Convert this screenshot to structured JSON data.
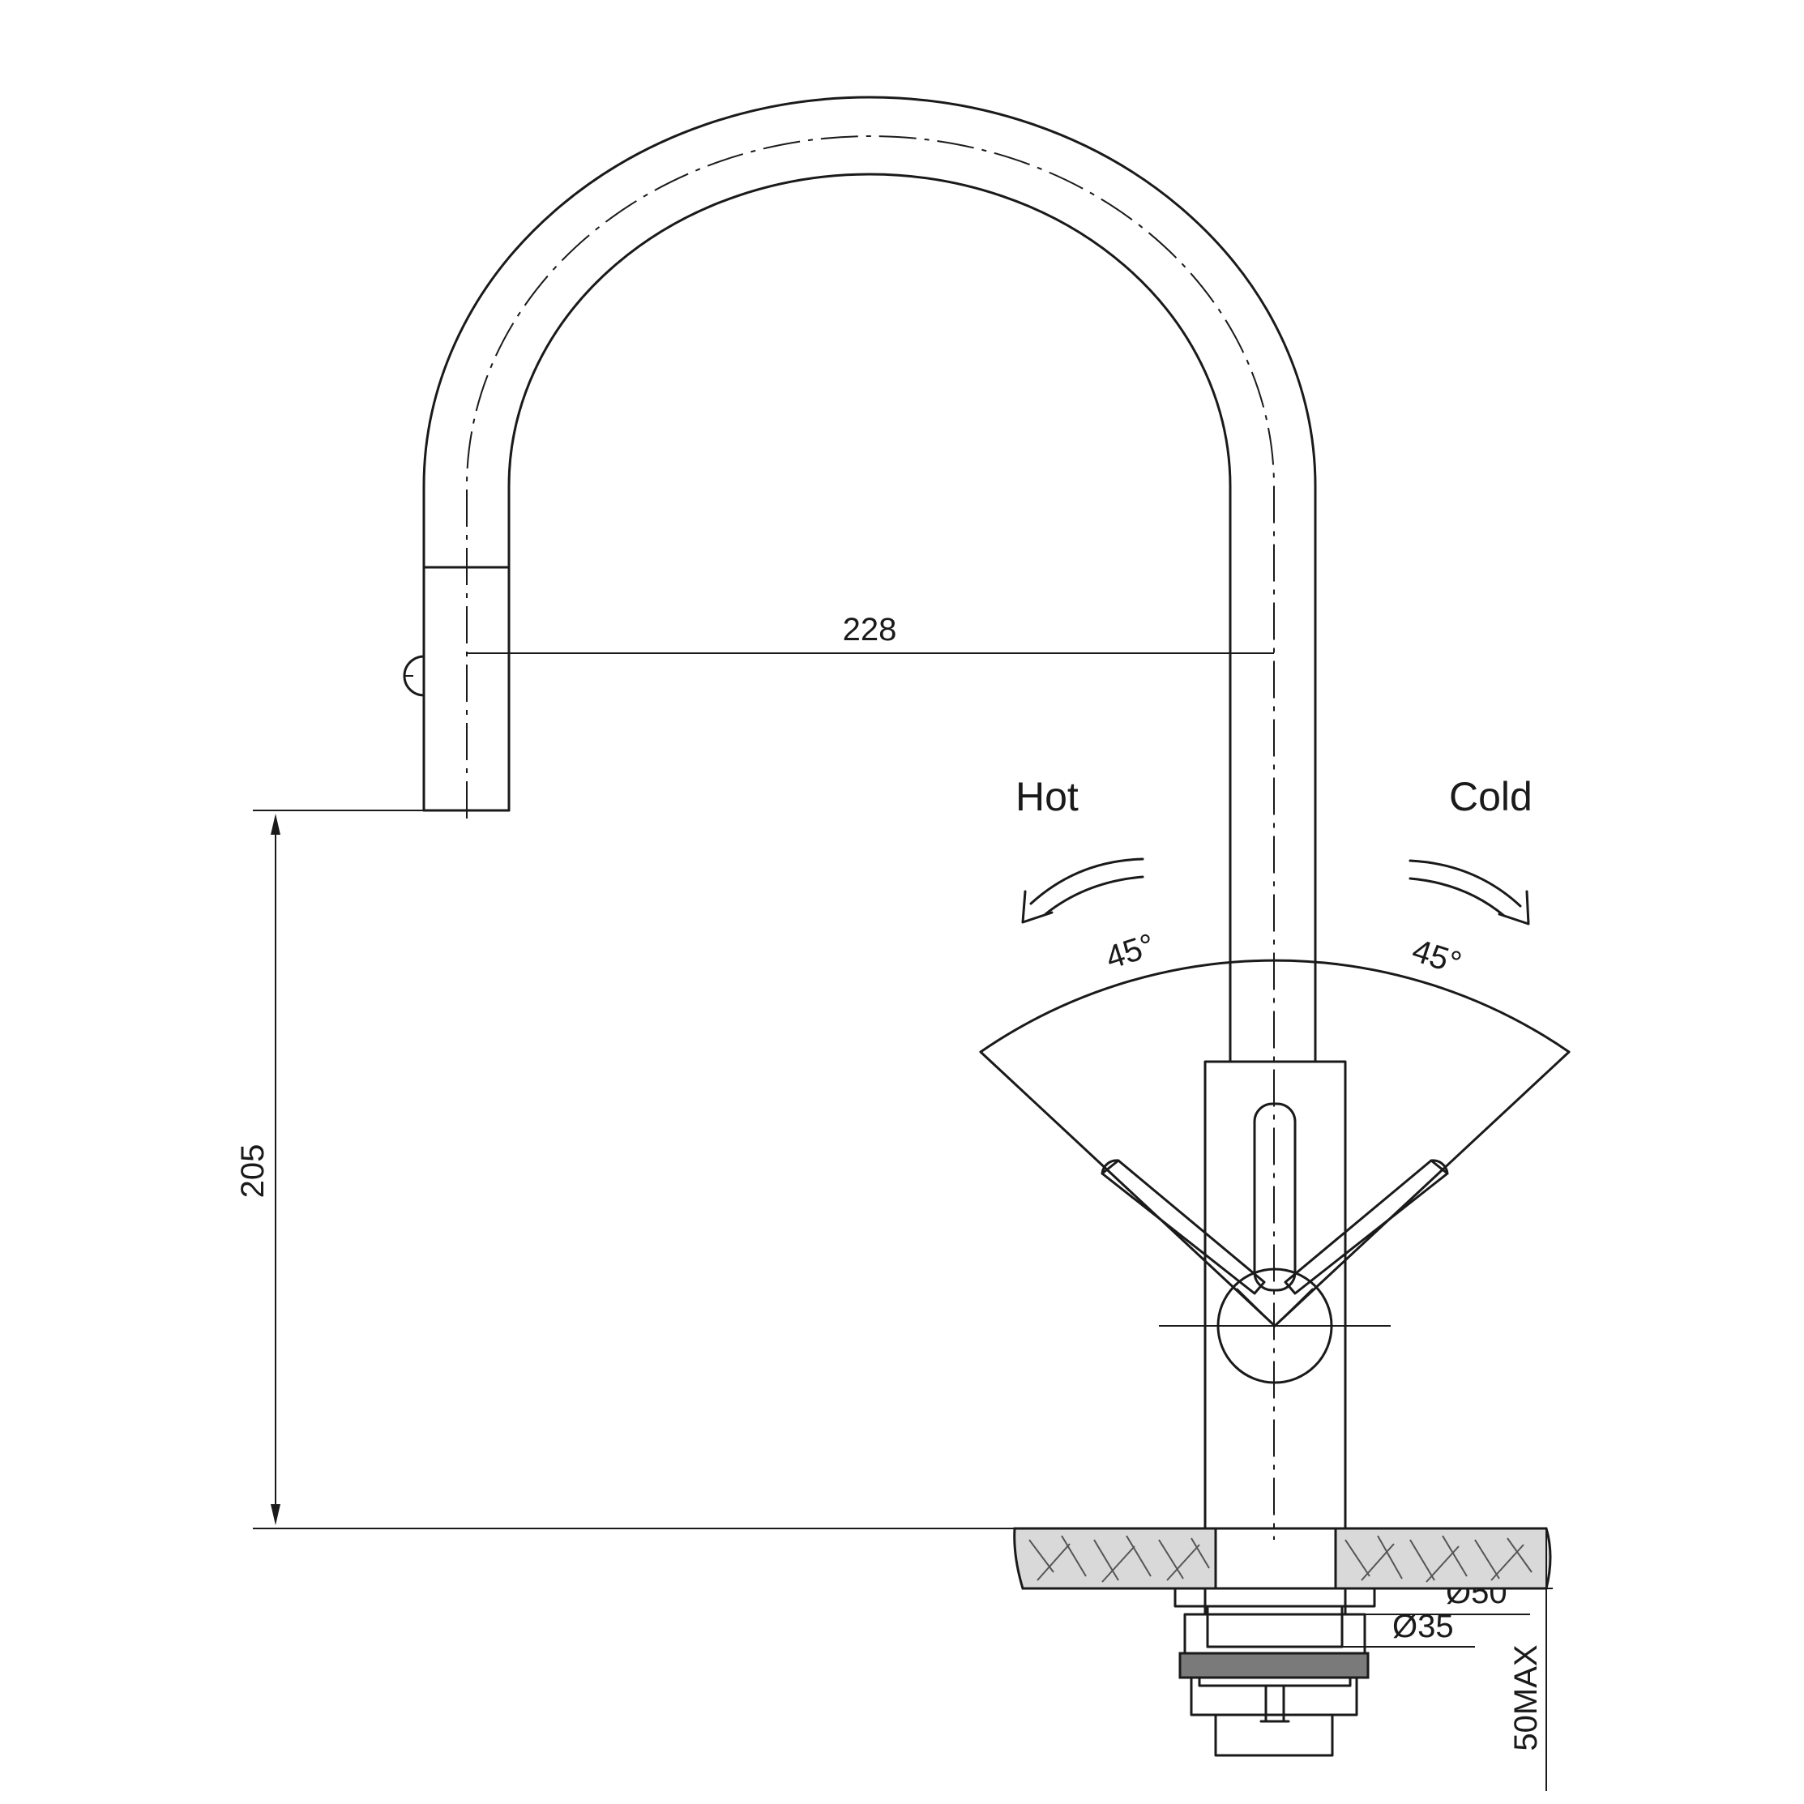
{
  "labels": {
    "hot": "Hot",
    "cold": "Cold"
  },
  "dimensions": {
    "reach": "228",
    "height": "205",
    "angle_hot": "45°",
    "angle_cold": "45°",
    "base_diameter": "Ø50",
    "shank_diameter": "Ø35",
    "max_thickness": "50MAX"
  },
  "colors": {
    "line": "#1a1a1a",
    "countertop_fill": "#d9d9d9",
    "nut_fill": "#7a7a7a"
  }
}
